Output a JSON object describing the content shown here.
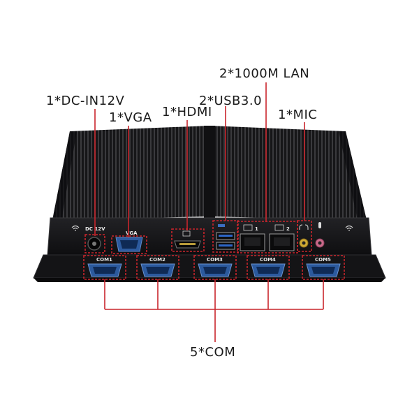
{
  "callouts": {
    "lan": "2*1000M LAN",
    "dc": "1*DC-IN12V",
    "usb": "2*USB3.0",
    "vga": "1*VGA",
    "hdmi": "1*HDMI",
    "mic": "1*MIC",
    "com": "5*COM"
  },
  "panel_labels": {
    "dc": "DC 12V",
    "vga": "VGA",
    "lan1": "1",
    "lan2": "2",
    "com1": "COM1",
    "com2": "COM2",
    "com3": "COM3",
    "com4": "COM4",
    "com5": "COM5"
  },
  "colors": {
    "callout_line": "#c9252c",
    "chassis": "#1b1b1d",
    "fins": "#2a2a2c"
  }
}
